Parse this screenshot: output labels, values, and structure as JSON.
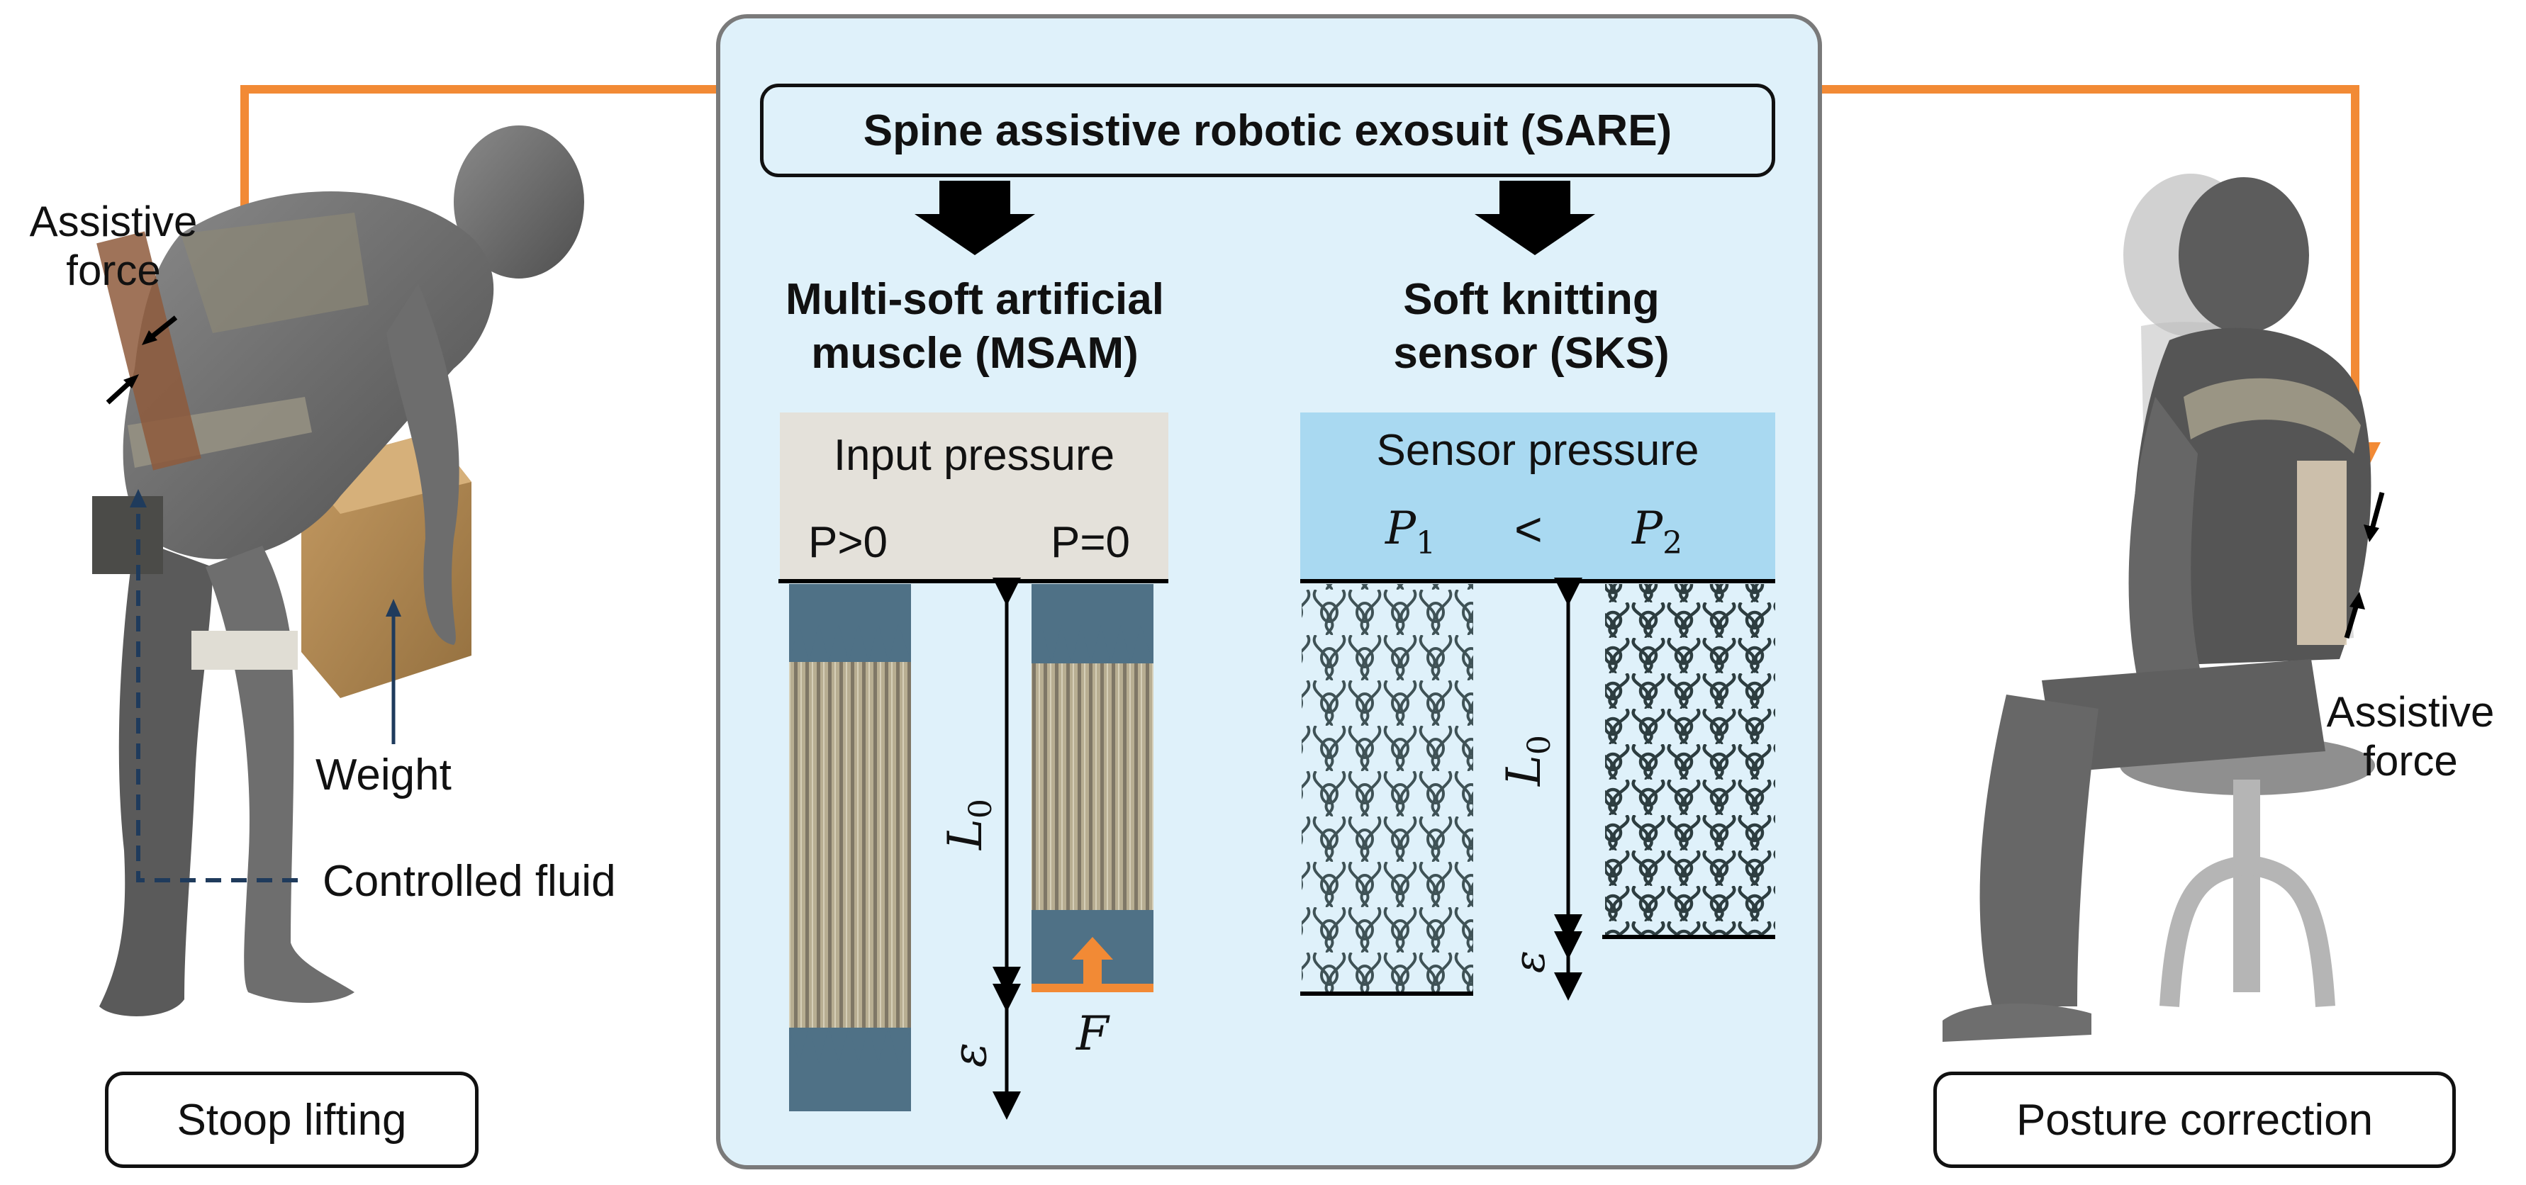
{
  "title": "Spine assistive robotic exosuit (SARE)",
  "msam": {
    "heading_line1": "Multi-soft artificial",
    "heading_line2": "muscle (MSAM)",
    "pressure_title": "Input pressure",
    "p_left": "P>0",
    "p_right": "P=0",
    "length_symbol": "L",
    "length_subscript": "0",
    "strain_symbol": "ε",
    "force_symbol": "F"
  },
  "sks": {
    "heading_line1": "Soft knitting",
    "heading_line2": "sensor (SKS)",
    "pressure_title": "Sensor pressure",
    "p1": "P",
    "p1_sub": "1",
    "less_than": "<",
    "p2": "P",
    "p2_sub": "2",
    "length_symbol": "L",
    "length_subscript": "0",
    "strain_symbol": "ε"
  },
  "left_scene": {
    "assistive_line1": "Assistive",
    "assistive_line2": "force",
    "weight": "Weight",
    "fluid": "Controlled fluid",
    "button": "Stoop lifting"
  },
  "right_scene": {
    "assistive_line1": "Assistive",
    "assistive_line2": "force",
    "button": "Posture correction"
  },
  "colors": {
    "orange": "#f28a35",
    "panel_bg": "#dff1fa",
    "panel_border": "#7a7a7a",
    "msam_header": "#e4e1da",
    "sks_header": "#a9d9f1",
    "muscle_blue": "#4f7186",
    "muscle_khaki": "#b2a98d",
    "figure_grey": "#6a6a6a",
    "dashed_navy": "#1f3b5c"
  }
}
